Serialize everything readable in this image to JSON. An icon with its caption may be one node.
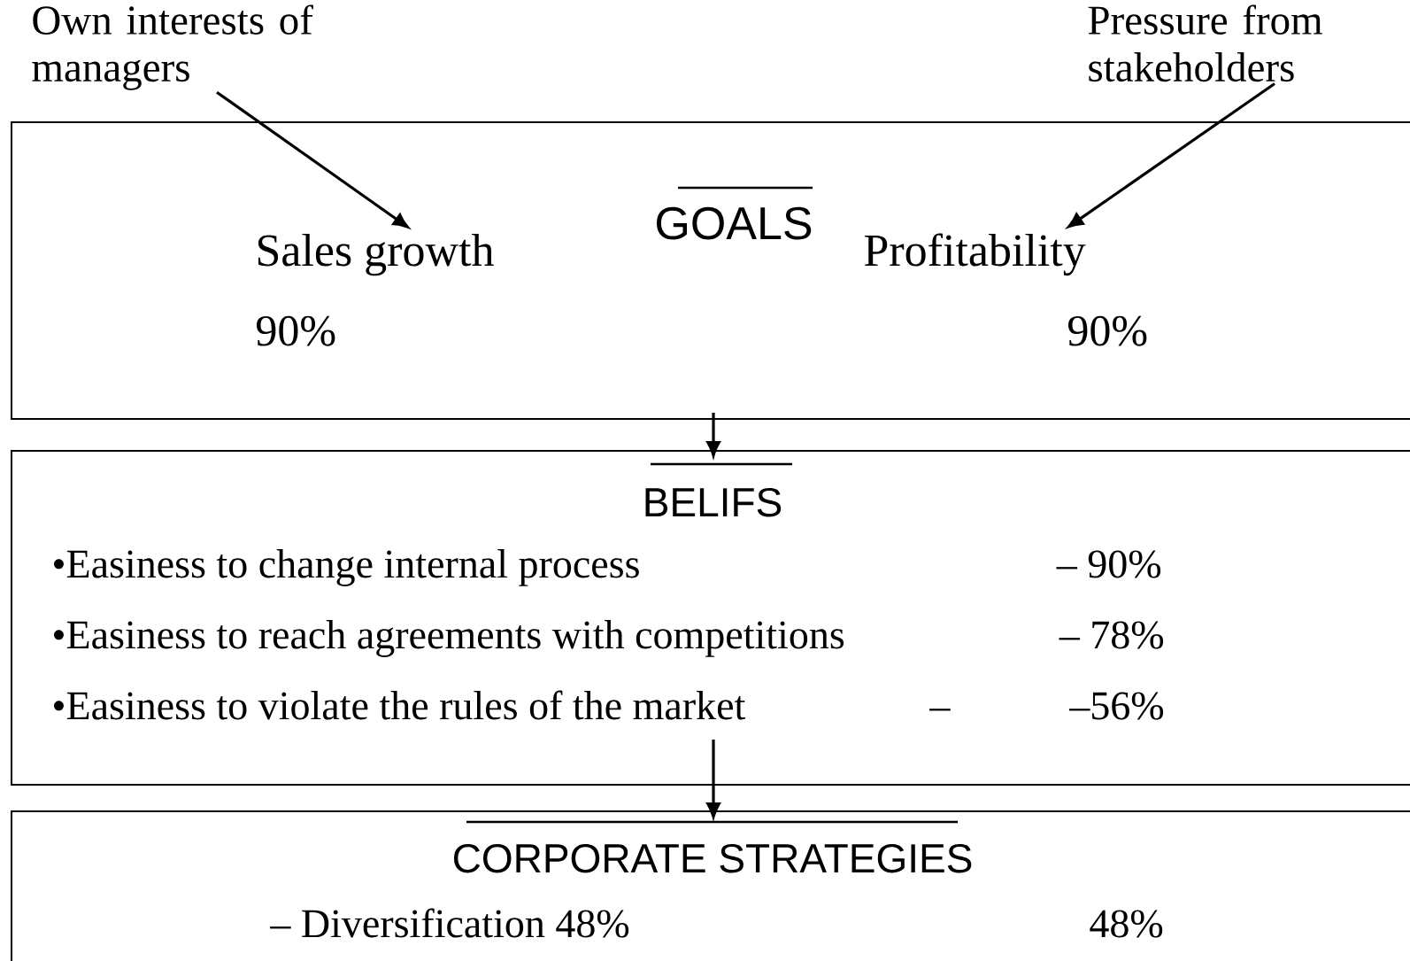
{
  "diagram": {
    "nodes": [
      {
        "text": [
          "Own interests of managers"
        ]
      },
      {
        "text": [
          "Pressure from stakeholders"
        ]
      },
      {
        "text": [
          "GOALS"
        ]
      },
      {
        "text": [
          "Sales growth"
        ],
        "in": 2
      },
      {
        "text": [
          "Profitability"
        ],
        "in": 2
      },
      {
        "text": [
          "BELIFS",
          "•Easiness to change internal process",
          "– 90%",
          "•Easiness to reach agreements with competitions",
          "– 78%",
          "•Easiness to violate the rules of the market",
          "–",
          "–56%"
        ]
      },
      {
        "text": [
          "CORPORATE STRATEGIES",
          "– Diversification 48%",
          "48%"
        ]
      }
    ],
    "edges": [
      {
        "from": 0,
        "to": 3,
        "arrow": "to"
      },
      {
        "from": 1,
        "to": 4,
        "arrow": "to"
      },
      {
        "from": 2,
        "to": 5,
        "arrow": "to"
      },
      {
        "from": 5,
        "to": 6,
        "arrow": "to"
      }
    ],
    "labels": [
      "90%",
      "90%"
    ]
  }
}
